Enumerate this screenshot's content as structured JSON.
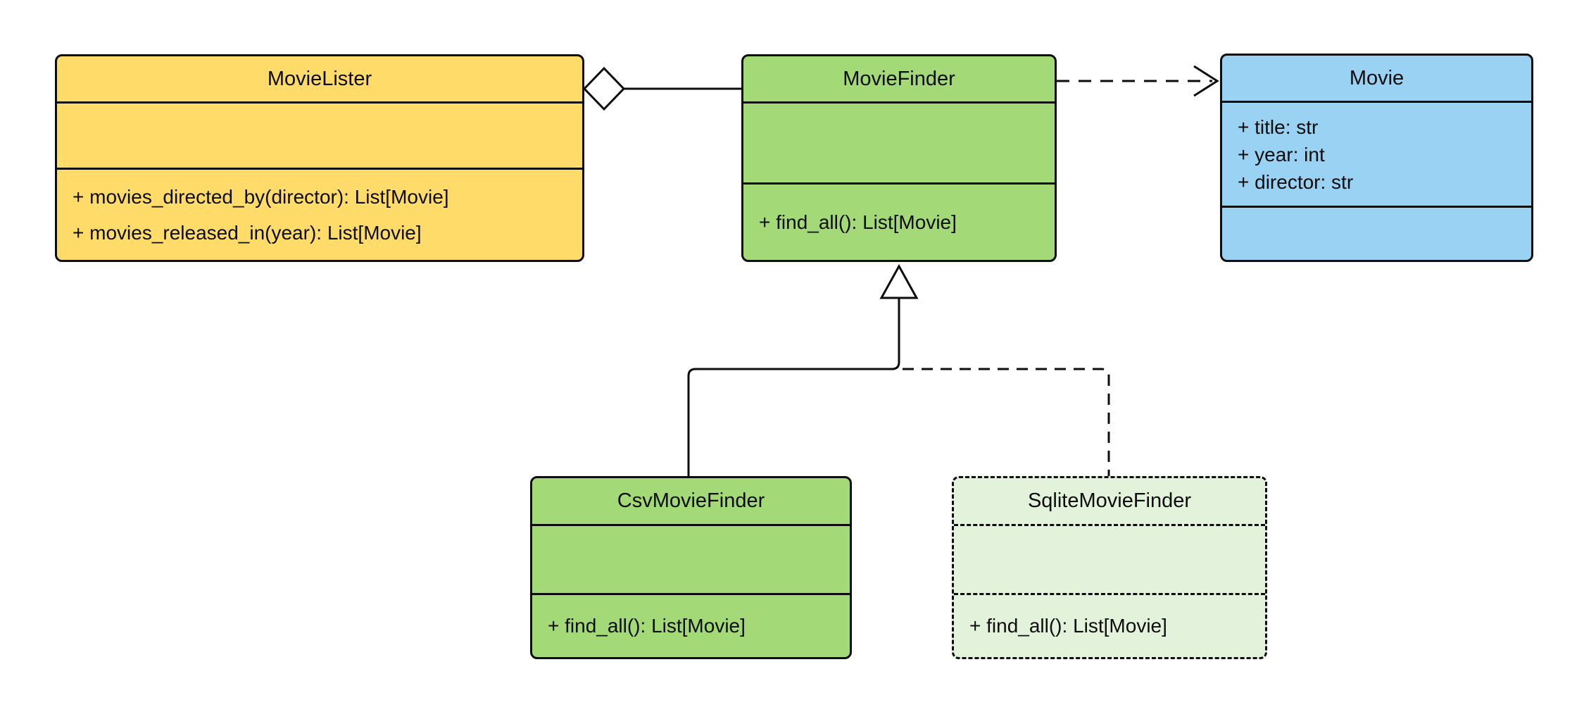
{
  "diagram": {
    "background_color": "#ffffff",
    "line_color": "#0d0d0d",
    "classes": [
      {
        "id": "movielister",
        "name": "MovieLister",
        "fill_color": "#ffdc69",
        "border_style": "solid",
        "attributes": [],
        "methods": [
          "+ movies_directed_by(director): List[Movie]",
          "+ movies_released_in(year): List[Movie]"
        ]
      },
      {
        "id": "moviefinder",
        "name": "MovieFinder",
        "fill_color": "#a3d977",
        "border_style": "solid",
        "attributes": [],
        "methods": [
          "+ find_all(): List[Movie]"
        ]
      },
      {
        "id": "movie",
        "name": "Movie",
        "fill_color": "#99d2f2",
        "border_style": "solid",
        "attributes": [
          "+ title: str",
          "+ year: int",
          "+ director: str"
        ],
        "methods": []
      },
      {
        "id": "csvmoviefinder",
        "name": "CsvMovieFinder",
        "fill_color": "#a3d977",
        "border_style": "solid",
        "attributes": [],
        "methods": [
          "+ find_all(): List[Movie]"
        ]
      },
      {
        "id": "sqlitemoviefinder",
        "name": "SqliteMovieFinder",
        "fill_color": "#e3f2db",
        "border_style": "dashed",
        "attributes": [],
        "methods": [
          "+ find_all(): List[Movie]"
        ]
      }
    ],
    "relationships": [
      {
        "type": "aggregation",
        "from": "MovieLister",
        "to": "MovieFinder",
        "line": "solid",
        "marker": "hollow-diamond"
      },
      {
        "type": "dependency",
        "from": "MovieFinder",
        "to": "Movie",
        "line": "dashed",
        "marker": "open-arrow"
      },
      {
        "type": "generalization",
        "from": "CsvMovieFinder",
        "to": "MovieFinder",
        "line": "solid",
        "marker": "hollow-triangle"
      },
      {
        "type": "generalization",
        "from": "SqliteMovieFinder",
        "to": "MovieFinder",
        "line": "dashed",
        "marker": "hollow-triangle"
      }
    ]
  }
}
